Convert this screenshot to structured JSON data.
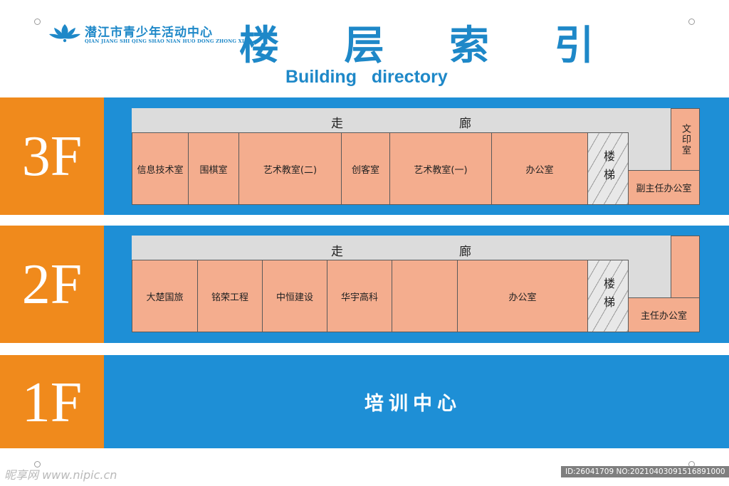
{
  "logo": {
    "name_cn": "潜江市青少年活动中心",
    "name_en": "QIAN JIANG SHI QING SHAO NIAN HUO DONG ZHONG XIN",
    "icon": "lotus-icon"
  },
  "title": {
    "cn": "楼 层 索 引",
    "en": "Building   directory"
  },
  "colors": {
    "blue": "#1e8fd6",
    "orange": "#f08a1c",
    "room": "#f4ad8e",
    "corridor": "#dcdcdc"
  },
  "floors": {
    "f3": {
      "label": "3F",
      "corridor": [
        "走",
        "廊"
      ],
      "rooms": [
        "信息技术室",
        "围棋室",
        "艺术教室(二)",
        "创客室",
        "艺术教室(一)",
        "办公室"
      ],
      "stairs": "楼梯",
      "print_room": "文印室",
      "corner_office": "副主任办公室"
    },
    "f2": {
      "label": "2F",
      "corridor": [
        "走",
        "廊"
      ],
      "rooms": [
        "大楚国旅",
        "铭荣工程",
        "中恒建设",
        "华宇高科",
        "",
        "办公室"
      ],
      "stairs": "楼梯",
      "corner_office": "主任办公室"
    },
    "f1": {
      "label": "1F",
      "center": "培训中心"
    }
  },
  "watermark": {
    "text": "昵享网 www.nipic.cn",
    "id": "ID:26041709 NO:20210403091516891000"
  }
}
